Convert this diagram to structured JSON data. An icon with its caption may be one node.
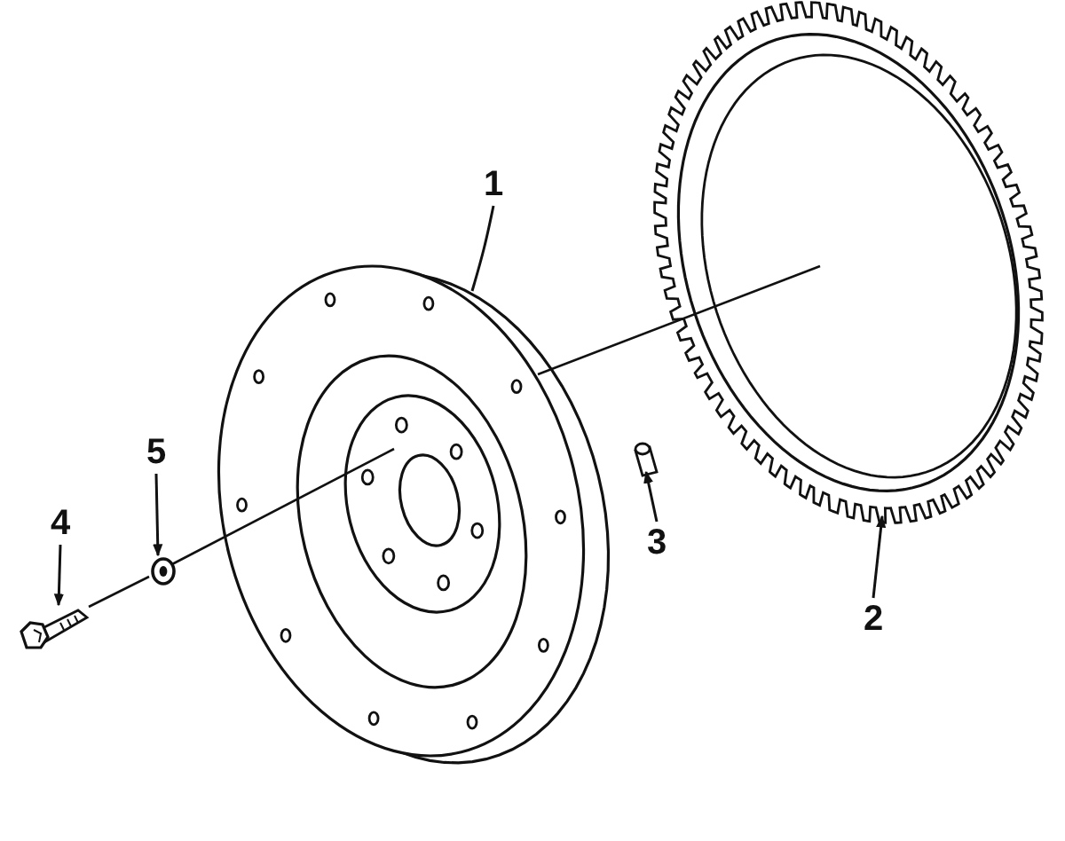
{
  "diagram": {
    "nodes": [
      {
        "text": [
          "1"
        ]
      },
      {
        "text": [],
        "shape": "picture"
      },
      {
        "text": [],
        "shape": "picture"
      },
      {
        "text": [
          "2"
        ]
      },
      {
        "text": [],
        "shape": "picture"
      },
      {
        "text": [
          "3"
        ]
      },
      {
        "text": [
          "5"
        ]
      },
      {
        "text": [],
        "shape": "picture"
      },
      {
        "text": [
          "4"
        ]
      },
      {
        "text": [],
        "shape": "picture"
      }
    ],
    "edges": [
      {
        "from": 0,
        "to": 1,
        "arrow": "none"
      },
      {
        "from": 3,
        "to": 2,
        "arrow": "to"
      },
      {
        "from": 5,
        "to": 4,
        "arrow": "to"
      },
      {
        "from": 6,
        "to": 7,
        "arrow": "to"
      },
      {
        "from": 8,
        "to": 9,
        "arrow": "to"
      },
      {
        "from": 9,
        "to": 7,
        "arrow": "none"
      },
      {
        "from": 7,
        "to": 1,
        "arrow": "none"
      },
      {
        "from": 1,
        "to": 2,
        "arrow": "none"
      }
    ]
  }
}
